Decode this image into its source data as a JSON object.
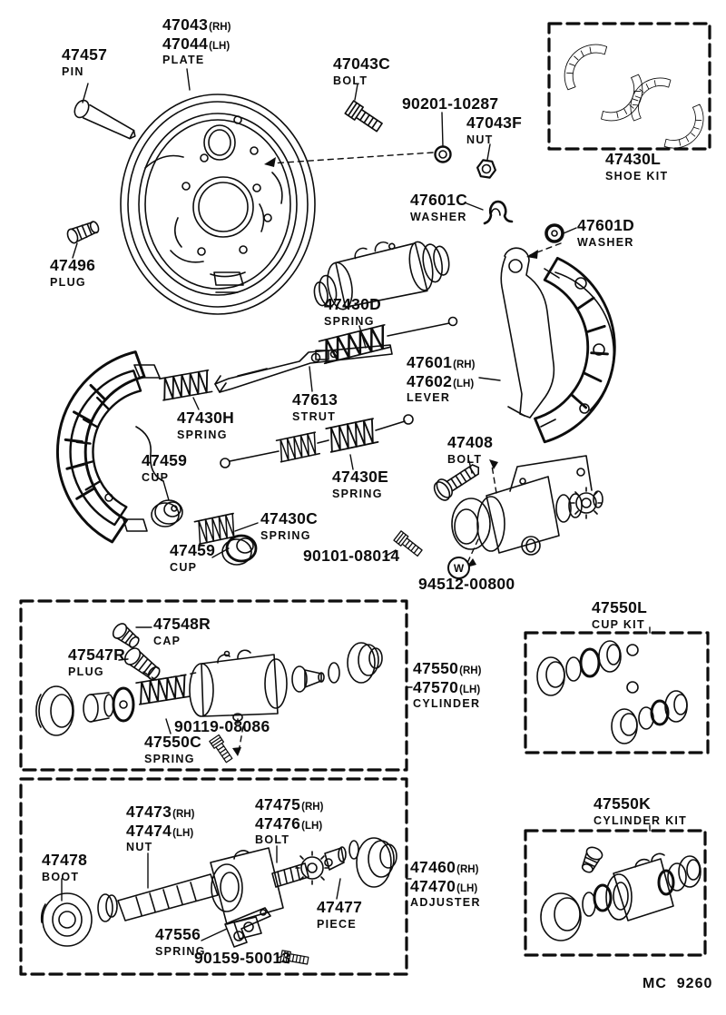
{
  "doc": {
    "code": "MC  9260",
    "w_mark": "W"
  },
  "parts": {
    "p47457": {
      "num": "47457",
      "desc": "PIN"
    },
    "p47043": {
      "num": "47043",
      "suffix": "(RH)",
      "num2": "47044",
      "suffix2": "(LH)",
      "desc": "PLATE"
    },
    "p47043c": {
      "num": "47043C",
      "desc": "BOLT"
    },
    "p90201": {
      "num": "90201-10287"
    },
    "p47043f": {
      "num": "47043F",
      "desc": "NUT"
    },
    "p47430l": {
      "num": "47430L",
      "desc": "SHOE KIT"
    },
    "p47601c": {
      "num": "47601C",
      "desc": "WASHER"
    },
    "p47601d": {
      "num": "47601D",
      "desc": "WASHER"
    },
    "p47496": {
      "num": "47496",
      "desc": "PLUG"
    },
    "p47430d": {
      "num": "47430D",
      "desc": "SPRING"
    },
    "p47601": {
      "num": "47601",
      "suffix": "(RH)",
      "num2": "47602",
      "suffix2": "(LH)",
      "desc": "LEVER"
    },
    "p47613": {
      "num": "47613",
      "desc": "STRUT"
    },
    "p47430h": {
      "num": "47430H",
      "desc": "SPRING"
    },
    "p47459a": {
      "num": "47459",
      "desc": "CUP"
    },
    "p47430e": {
      "num": "47430E",
      "desc": "SPRING"
    },
    "p47408": {
      "num": "47408",
      "desc": "BOLT"
    },
    "p47430c": {
      "num": "47430C",
      "desc": "SPRING"
    },
    "p47459b": {
      "num": "47459",
      "desc": "CUP"
    },
    "p90101": {
      "num": "90101-08014"
    },
    "p94512": {
      "num": "94512-00800"
    },
    "p47548r": {
      "num": "47548R",
      "desc": "CAP"
    },
    "p47547r": {
      "num": "47547R",
      "desc": "PLUG"
    },
    "p90119": {
      "num": "90119-08086"
    },
    "p47550c": {
      "num": "47550C",
      "desc": "SPRING"
    },
    "p47550": {
      "num": "47550",
      "suffix": "(RH)",
      "num2": "47570",
      "suffix2": "(LH)",
      "desc": "CYLINDER"
    },
    "p47550l": {
      "num": "47550L",
      "desc": "CUP KIT"
    },
    "p47473": {
      "num": "47473",
      "suffix": "(RH)",
      "num2": "47474",
      "suffix2": "(LH)",
      "desc": "NUT"
    },
    "p47475": {
      "num": "47475",
      "suffix": "(RH)",
      "num2": "47476",
      "suffix2": "(LH)",
      "desc": "BOLT"
    },
    "p47478": {
      "num": "47478",
      "desc": "BOOT"
    },
    "p47477": {
      "num": "47477",
      "desc": "PIECE"
    },
    "p47556": {
      "num": "47556",
      "desc": "SPRING"
    },
    "p90159": {
      "num": "90159-50013"
    },
    "p47460": {
      "num": "47460",
      "suffix": "(RH)",
      "num2": "47470",
      "suffix2": "(LH)",
      "desc": "ADJUSTER"
    },
    "p47550k": {
      "num": "47550K",
      "desc": "CYLINDER KIT"
    }
  }
}
